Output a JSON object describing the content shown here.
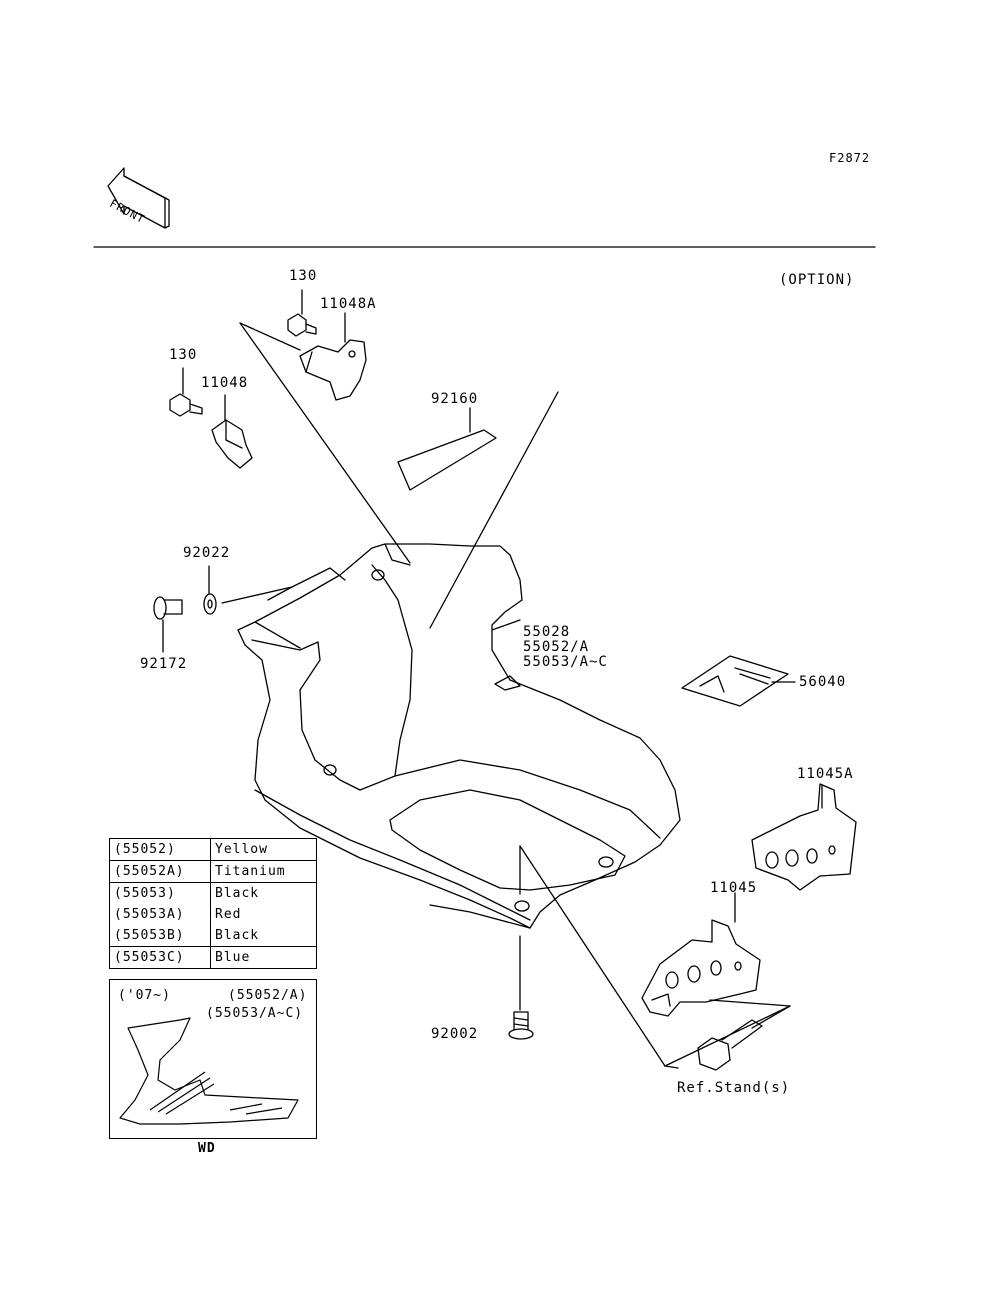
{
  "figure_code": "F2872",
  "front_label": "FRONT",
  "option_label": "(OPTION)",
  "parts": {
    "p130a": "130",
    "p11048A": "11048A",
    "p130b": "130",
    "p11048": "11048",
    "p92160": "92160",
    "p92022": "92022",
    "p92172": "92172",
    "p55028": "55028",
    "p55052A": "55052/A",
    "p55053AC": "55053/A~C",
    "p56040": "56040",
    "p11045A": "11045A",
    "p11045": "11045",
    "p92002": "92002",
    "ref_stand": "Ref.Stand(s)"
  },
  "color_table": [
    {
      "code": "(55052)",
      "color": "Yellow"
    },
    {
      "code": "(55052A)",
      "color": "Titanium"
    },
    {
      "code": "(55053)",
      "color": "Black"
    },
    {
      "code": "(55053A)",
      "color": "Red"
    },
    {
      "code": "(55053B)",
      "color": "Black"
    },
    {
      "code": "(55053C)",
      "color": "Blue"
    }
  ],
  "inset": {
    "year": "('07~)",
    "ref1": "(55052/A)",
    "ref2": "(55053/A~C)",
    "caption": "WD"
  }
}
